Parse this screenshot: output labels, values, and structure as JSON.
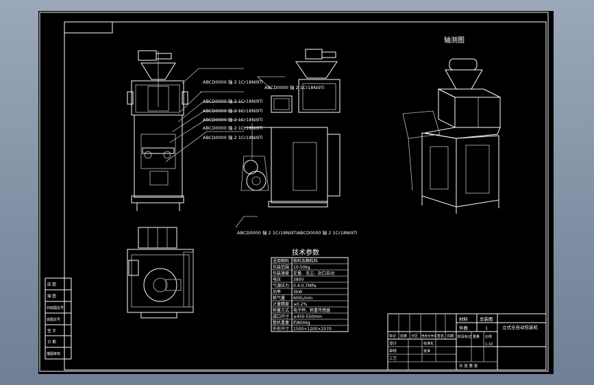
{
  "drawing": {
    "iso_view_title": "轴测图",
    "tech_params_title": "技术参数",
    "part_labels": [
      "ABCD0000 轴 2 1Cr18Ni9Ti",
      "ABCD0000 轴 2 1Cr18Ni9Ti",
      "ABCD0000 轴 2 1Cr18Ni9Ti",
      "ABCD0000 轴 2 1Cr18Ni9Ti",
      "ABCD0000 轴 2 1Cr18Ni9Ti",
      "ABCD0000 轴 2 1Cr18Ni9Ti"
    ],
    "side_label": "ABCD0000 轴 2 1Cr18Ni9Ti",
    "bottom_callout": "ABCD0000 轴 2 1Cr18Ni9TiABCD0000 轴 2 1Cr18Ni9Ti",
    "tech_params": [
      {
        "k": "适用物料",
        "v": "粉料及颗粒料"
      },
      {
        "k": "包装范围",
        "v": "10-50kg"
      },
      {
        "k": "包装速度",
        "v": "定量、无尘、封口自动"
      },
      {
        "k": "电压",
        "v": "380V"
      },
      {
        "k": "气源压力",
        "v": "0.4-0.7MPa"
      },
      {
        "k": "功率",
        "v": "3kW"
      },
      {
        "k": "耗气量",
        "v": "600L/min"
      },
      {
        "k": "计量精度",
        "v": "≤0.2%"
      },
      {
        "k": "称量方式",
        "v": "电子秤、称重传感器"
      },
      {
        "k": "袋口尺寸",
        "v": "≥450-550mm"
      },
      {
        "k": "整机重量",
        "v": "约800kg"
      },
      {
        "k": "外形尺寸",
        "v": "1500×1200×2570"
      }
    ],
    "left_strip": [
      "底 图",
      "描 图",
      "旧底图总号",
      "底图总号",
      "签 字",
      "日 期",
      "描图审核"
    ],
    "title_block": {
      "material_label": "材料",
      "material_value": "总装图",
      "product_name": "立式全自动包装机",
      "qty_label": "件数",
      "qty_value": "1",
      "row_headers": [
        "标记",
        "处数",
        "分区",
        "更改文件号",
        "签名",
        "日期"
      ],
      "design": "设计",
      "check": "审核",
      "process": "工艺",
      "standard": "标准化",
      "approve": "批准",
      "stage_label": "阶段标记",
      "weight_label": "重量",
      "scale_label": "比例",
      "scale_value": "1:10",
      "sheets_label": "共 张 第 张"
    }
  }
}
